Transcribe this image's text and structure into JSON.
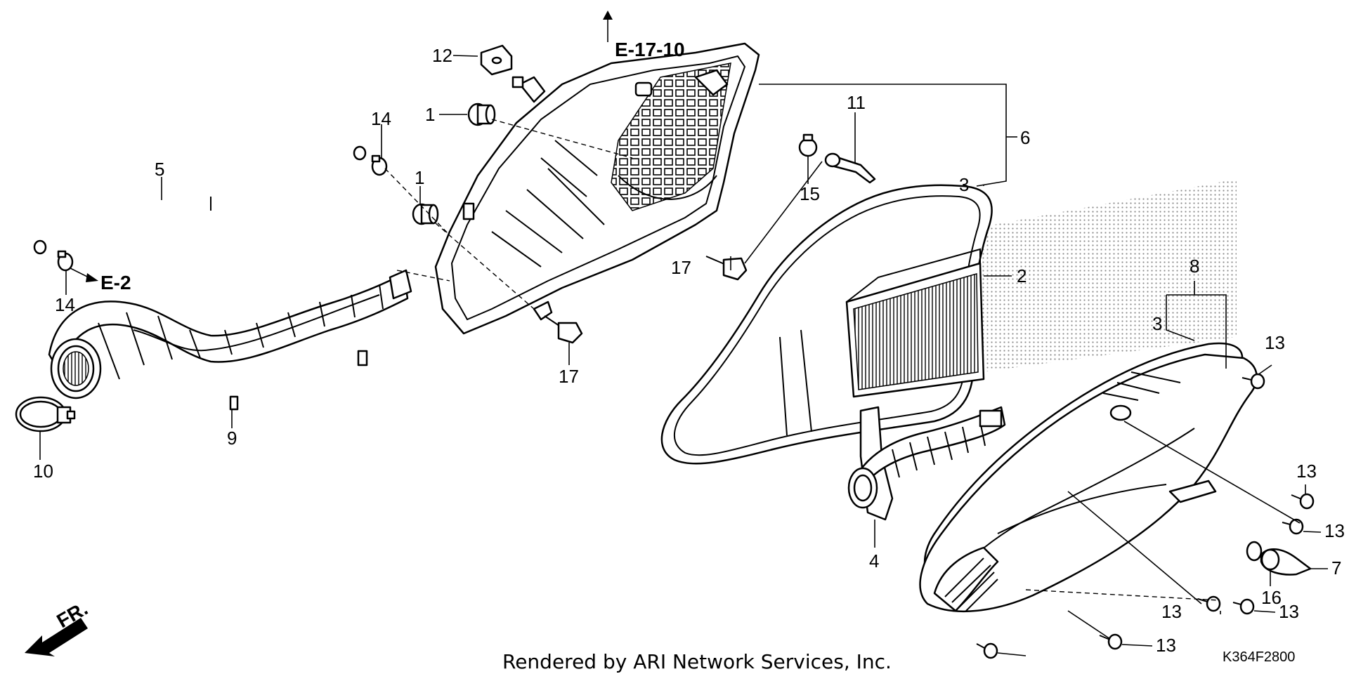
{
  "callouts": {
    "c1a": "1",
    "c1b": "1",
    "c2": "2",
    "c3a": "3",
    "c3b": "3",
    "c4": "4",
    "c5": "5",
    "c6": "6",
    "c7": "7",
    "c8": "8",
    "c9": "9",
    "c10": "10",
    "c11": "11",
    "c12": "12",
    "c13a": "13",
    "c13b": "13",
    "c13c": "13",
    "c13d": "13",
    "c13e": "13",
    "c13f": "13",
    "c14a": "14",
    "c14b": "14",
    "c15": "15",
    "c16": "16",
    "c17a": "17",
    "c17b": "17"
  },
  "references": {
    "top": "E-17-10",
    "left": "E-2"
  },
  "direction_label": "FR.",
  "credit": "Rendered by ARI Network Services, Inc.",
  "drawing_code": "K364F2800"
}
